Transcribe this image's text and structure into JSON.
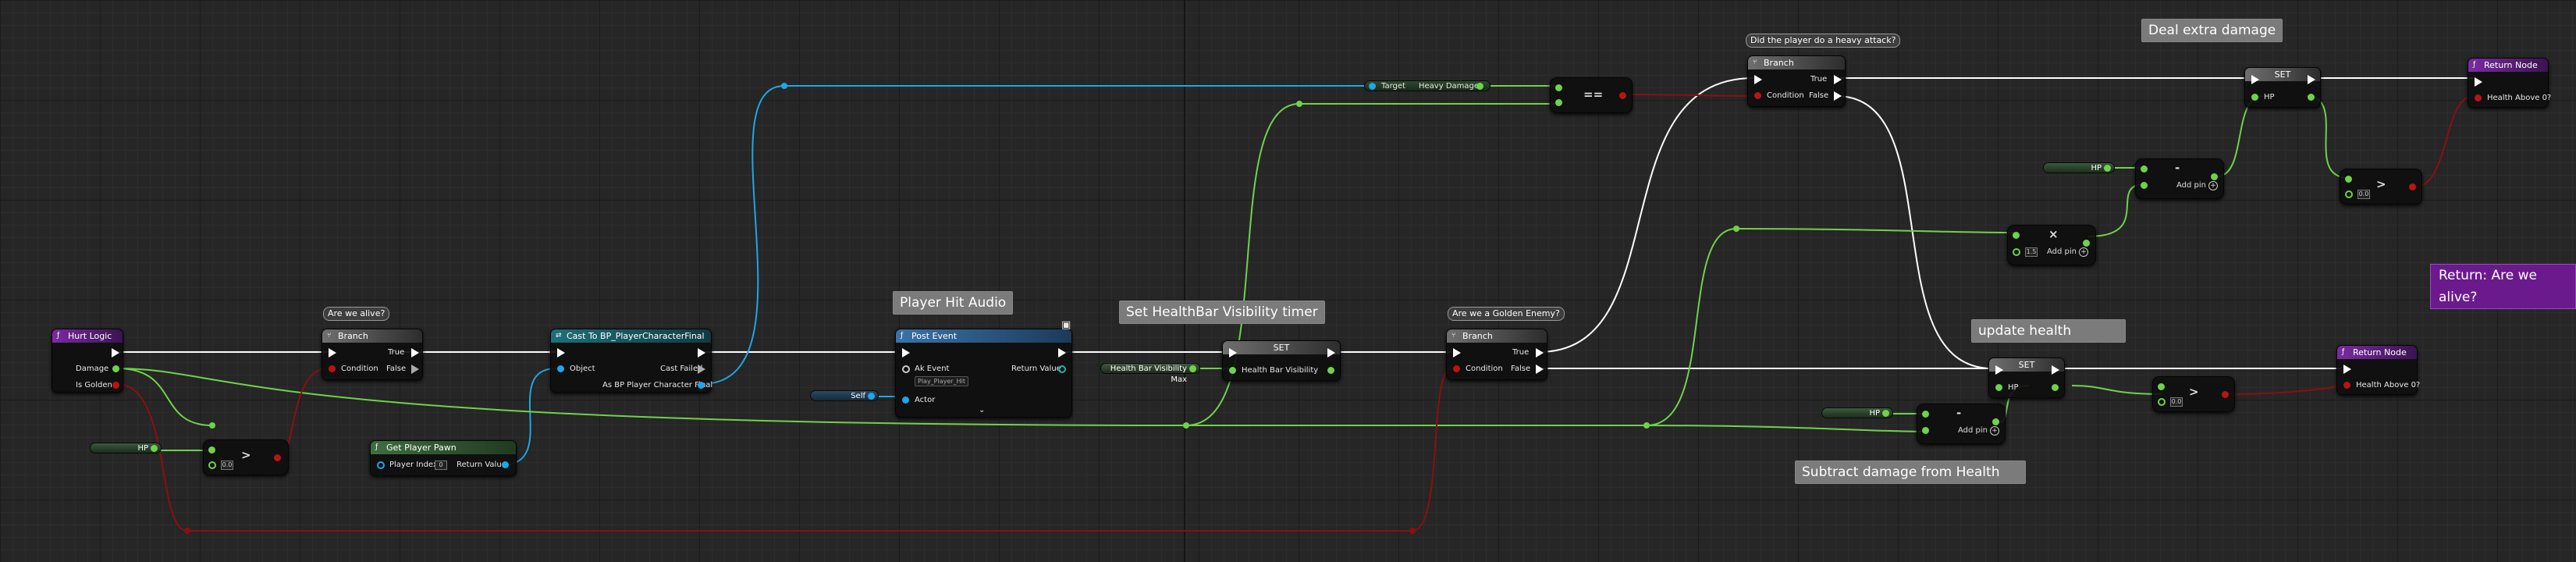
{
  "colors": {
    "exec": "#ffffff",
    "bool": "#b81414",
    "float": "#6ed34a",
    "object": "#1ea6e6",
    "func_header": "#7c2aa3"
  },
  "nodes": {
    "hurt_logic": {
      "title": "Hurt Logic",
      "damage": "Damage",
      "is_golden": "Is Golden"
    },
    "branch1": {
      "comment": "Are we alive?",
      "title": "Branch",
      "condition": "Condition",
      "true": "True",
      "false": "False"
    },
    "hp_get1": {
      "label": "HP"
    },
    "compare1": {
      "op": ">",
      "badge": "0.0"
    },
    "cast": {
      "title": "Cast To BP_PlayerCharacterFinal",
      "object": "Object",
      "cast_failed": "Cast Failed",
      "as_bp": "As BP Player Character Final"
    },
    "get_player_pawn": {
      "title": "Get Player Pawn",
      "player_index": "Player Index",
      "index_value": "0",
      "return_value": "Return Value"
    },
    "post_event": {
      "comment": "Player Hit Audio",
      "title": "Post Event",
      "ak_event": "Ak Event",
      "event_value": "Play_Player_Hit",
      "return_value": "Return Value",
      "actor": "Actor"
    },
    "self_ref": {
      "label": "Self"
    },
    "set_health_bar": {
      "comment": "Set HealthBar Visibility timer",
      "title": "SET",
      "var": "Health Bar Visibility Max",
      "pin": "Health Bar Visibility"
    },
    "branch2": {
      "comment": "Are we a Golden Enemy?",
      "title": "Branch",
      "condition": "Condition",
      "true": "True",
      "false": "False"
    },
    "heavy": {
      "target": "Target",
      "heavy_damage": "Heavy Damage"
    },
    "equals": {
      "op": "=="
    },
    "branch3": {
      "comment": "Did the player do a heavy attack?",
      "title": "Branch",
      "condition": "Condition",
      "true": "True",
      "false": "False"
    },
    "set_hp1": {
      "comment": "Deal extra damage",
      "title": "SET",
      "pin": "HP"
    },
    "hp_get2": {
      "label": "HP"
    },
    "minus1": {
      "op": "-",
      "add_pin": "Add pin"
    },
    "multiply": {
      "op": "×",
      "badge": "1.5",
      "add_pin": "Add pin"
    },
    "compare2": {
      "op": ">",
      "badge": "0.0"
    },
    "return1": {
      "title": "Return Node",
      "pin": "Health Above 0?"
    },
    "return_comment": {
      "label": "Return: Are we alive?"
    },
    "set_hp2": {
      "comment": "update health",
      "title": "SET",
      "pin": "HP"
    },
    "hp_get3": {
      "label": "HP"
    },
    "minus2": {
      "op": "-",
      "add_pin": "Add pin"
    },
    "compare3": {
      "op": ">",
      "badge": "0.0"
    },
    "return2": {
      "title": "Return Node",
      "pin": "Health Above 0?"
    },
    "subtract_comment": {
      "label": "Subtract damage from Health"
    }
  }
}
